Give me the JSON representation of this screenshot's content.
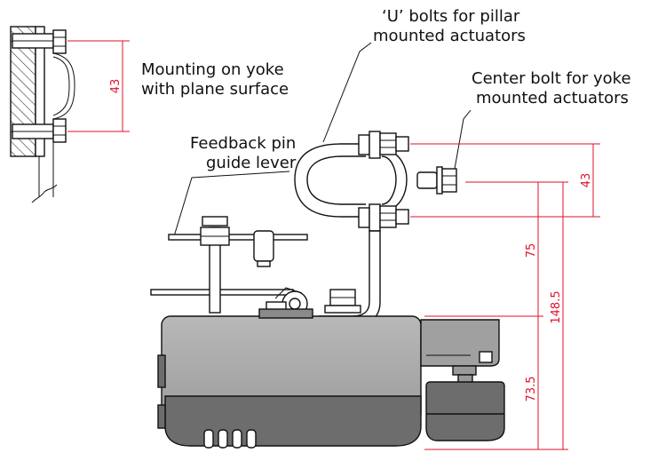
{
  "labels": {
    "mounting_yoke": [
      "Mounting on yoke",
      "with plane surface"
    ],
    "u_bolts": [
      "‘U’ bolts for pillar",
      "mounted actuators"
    ],
    "center_bolt": [
      "Center bolt for yoke",
      "mounted actuators"
    ],
    "feedback_pin": [
      "Feedback pin",
      "guide lever"
    ]
  },
  "dimensions": {
    "yoke_bolt_spacing": "43",
    "u_bolt_spacing": "43",
    "bracket_height": "75",
    "total_height": "148.5",
    "body_height": "73.5"
  },
  "colors": {
    "dimension_line": "#e0102a",
    "actuator_body": "#a9a9a9",
    "actuator_dark": "#6d6d6d",
    "outline": "#111111"
  }
}
